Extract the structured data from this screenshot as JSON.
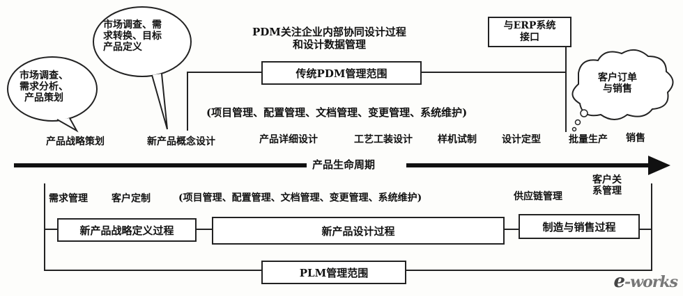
{
  "diagram": {
    "top_title": "PDM关注企业内部协同设计过程\n和设计数据管理",
    "erp_interface": "与ERP系统\n接口",
    "bubbles": {
      "strategy": "市场调查、\n需求分析、\n产品策划",
      "concept": "市场调查、需\n求转换、目标\n产品定义",
      "cloud": "客户订单\n与销售"
    },
    "pdm_scope_box": "传统PDM管理范围",
    "pdm_functions": "(项目管理、配置管理、文档管理、变更管理、系统维护)",
    "lifecycle_stages": [
      "产品战略策划",
      "新产品概念设计",
      "产品详细设计",
      "工艺工装设计",
      "样机试制",
      "设计定型",
      "批量生产",
      "销售"
    ],
    "lifecycle_label": "产品生命周期",
    "customer_relationship": "客户关\n系管理",
    "plm_functions": {
      "demand": "需求管理",
      "custom": "客户定制",
      "functions": "(项目管理、配置管理、文档管理、变更管理、系统维护)",
      "supply_chain": "供应链管理"
    },
    "process_boxes": [
      "新产品战略定义过程",
      "新产品设计过程",
      "制造与销售过程"
    ],
    "plm_scope_box": "PLM管理范围",
    "watermark": "e-works"
  }
}
